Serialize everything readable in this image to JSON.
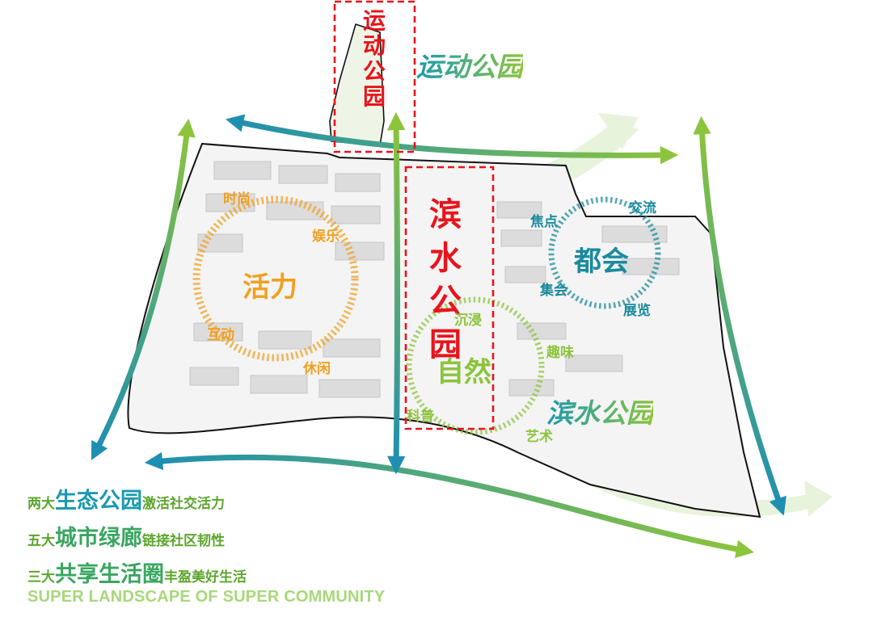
{
  "sport_park_vertical": [
    "运",
    "动",
    "公",
    "园"
  ],
  "sport_park_title": "运动公园",
  "riverside_vertical": [
    "滨",
    "水",
    "公",
    "园"
  ],
  "riverside_title": "滨水公园",
  "vitality": {
    "center": "活力",
    "keywords": [
      "时尚",
      "娱乐",
      "互动",
      "休闲"
    ]
  },
  "metropolis": {
    "center": "都会",
    "keywords": [
      "焦点",
      "交流",
      "集会",
      "展览"
    ]
  },
  "nature": {
    "center": "自然",
    "keywords": [
      "沉浸",
      "趣味",
      "科普",
      "艺术"
    ]
  },
  "slogans": [
    {
      "prefix": "两大",
      "highlight": "生态公园",
      "suffix": "激活社交活力"
    },
    {
      "prefix": "五大",
      "highlight": "城市绿廊",
      "suffix": "链接社区韧性"
    },
    {
      "prefix": "三大",
      "highlight": "共享生活圈",
      "suffix": "丰盈美好生活"
    }
  ],
  "english_tagline": "SUPER LANDSCAPE OF SUPER COMMUNITY",
  "colors": {
    "red": "#e8141c",
    "green": "#8cc43c",
    "teal": "#1a8a9e",
    "orange": "#f0a020"
  }
}
